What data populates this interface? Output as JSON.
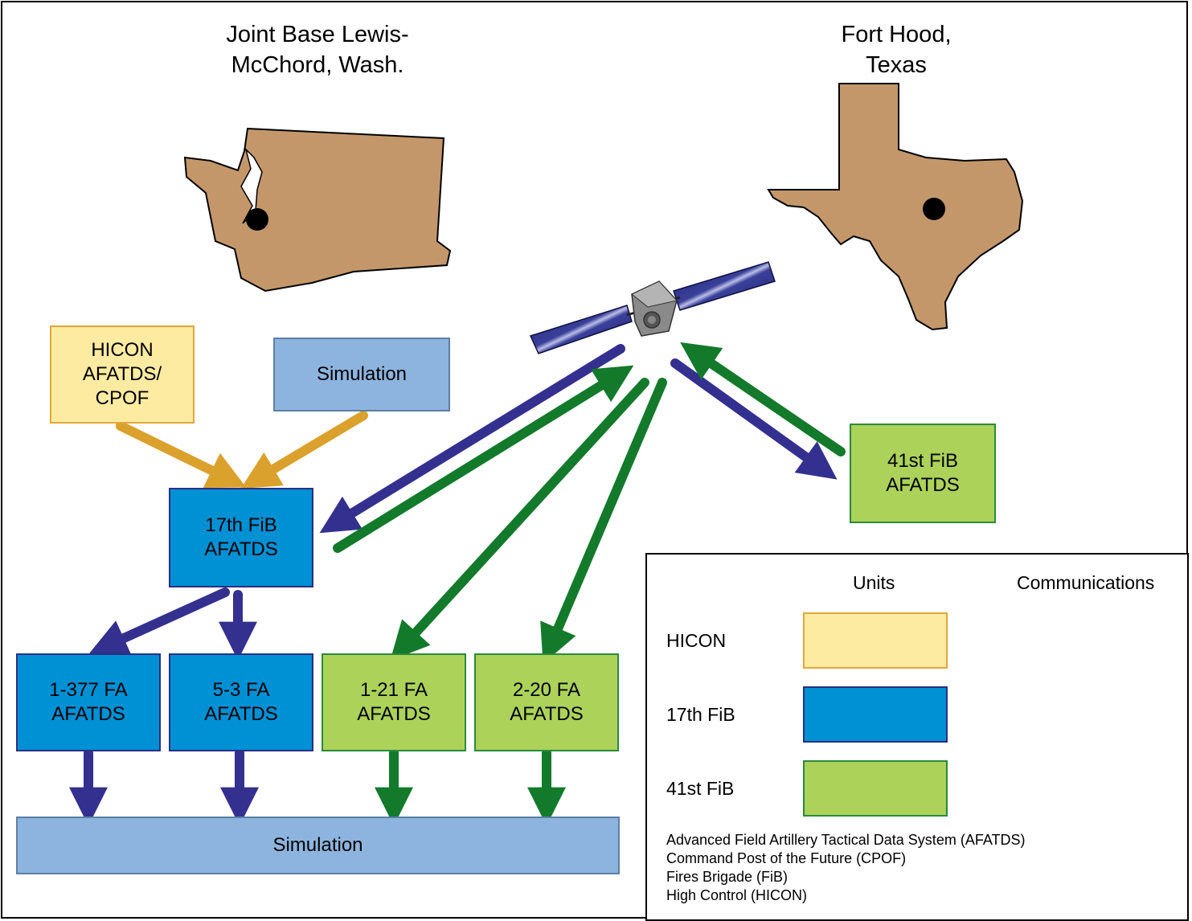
{
  "locations": {
    "wa_title": [
      "Joint Base Lewis-",
      "McChord, Wash."
    ],
    "tx_title": [
      "Fort Hood,",
      "Texas"
    ]
  },
  "units": {
    "hicon": [
      "HICON",
      "AFATDS/",
      "CPOF"
    ],
    "simulation_top": "Simulation",
    "fib17": [
      "17th FiB",
      "AFATDS"
    ],
    "fib41": [
      "41st FiB",
      "AFATDS"
    ],
    "fa_1_377": [
      "1-377 FA",
      "AFATDS"
    ],
    "fa_5_3": [
      "5-3 FA",
      "AFATDS"
    ],
    "fa_1_21": [
      "1-21 FA",
      "AFATDS"
    ],
    "fa_2_20": [
      "2-20 FA",
      "AFATDS"
    ],
    "simulation_bottom": "Simulation"
  },
  "legend": {
    "units_header": "Units",
    "communications_header": "Communications",
    "rows": [
      {
        "label": "HICON",
        "color": "#feeba2",
        "border": "#e2a73a",
        "arrow": "#dba12d"
      },
      {
        "label": "17th FiB",
        "color": "#0090d4",
        "border": "#2a2f82",
        "arrow": "#33308f"
      },
      {
        "label": "41st FiB",
        "color": "#acd25a",
        "border": "#2a8a3a",
        "arrow": "#137a2b"
      }
    ],
    "glossary": [
      "Advanced Field Artillery Tactical Data System (AFATDS)",
      "Command Post of the Future (CPOF)",
      "Fires Brigade (FiB)",
      "High Control (HICON)"
    ]
  },
  "colors": {
    "hicon_arrow": "#dba12d",
    "fib17_arrow": "#33308f",
    "fib41_arrow": "#137a2b",
    "map_fill": "#c4976b"
  },
  "icons": [
    "washington-state-map",
    "texas-state-map",
    "satellite-icon"
  ]
}
